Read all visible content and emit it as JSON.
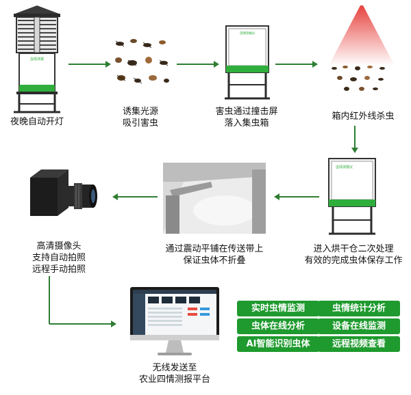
{
  "steps": {
    "lamp_caption": "夜晚自动开灯",
    "lure_caption_1": "诱集光源",
    "lure_caption_2": "吸引害虫",
    "hit_caption_1": "害虫通过撞击屏",
    "hit_caption_2": "落入集虫箱",
    "infrared_caption": "箱内红外线杀虫",
    "dry_caption_1": "进入烘干仓二次处理",
    "dry_caption_2": "有效的完成虫体保存工作",
    "belt_caption_1": "通过震动平铺在传送带上",
    "belt_caption_2": "保证虫体不折叠",
    "camera_caption_1": "高清摄像头",
    "camera_caption_2": "支持自动拍照",
    "camera_caption_3": "远程手动拍照",
    "platform_caption_1": "无线发送至",
    "platform_caption_2": "农业四情测报平台"
  },
  "device_label": "虫情测报仪",
  "features": [
    "实时虫情监测",
    "虫情统计分析",
    "虫体在线分析",
    "设备在线监测",
    "AI智能识别虫体",
    "远程视频查看"
  ],
  "colors": {
    "accent_green": "#1e9a2e",
    "arrow_green": "#2e7d32",
    "infrared_red": "#e53935"
  }
}
